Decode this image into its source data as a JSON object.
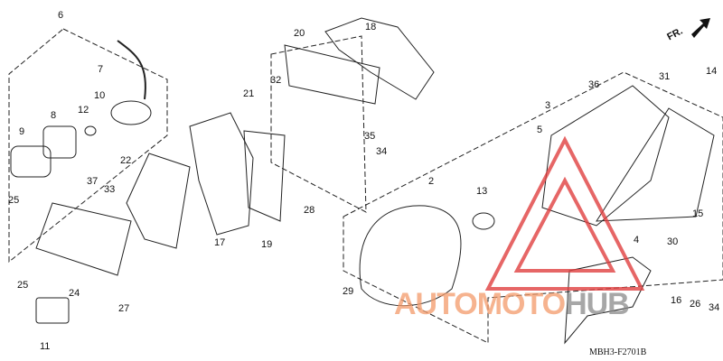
{
  "diagram": {
    "part_numbers": [
      "6",
      "7",
      "10",
      "12",
      "8",
      "9",
      "22",
      "37",
      "33",
      "25",
      "25",
      "24",
      "27",
      "11",
      "18",
      "20",
      "32",
      "21",
      "35",
      "34",
      "17",
      "19",
      "28",
      "3",
      "5",
      "36",
      "31",
      "14",
      "2",
      "13",
      "15",
      "4",
      "30",
      "29",
      "16",
      "26",
      "34"
    ],
    "direction_label": "FR.",
    "drawing_code": "MBH3-F2701B"
  },
  "watermark": {
    "text_a": "AUTOMOTO",
    "text_b": "HUB",
    "color_a": "#f39a6a",
    "color_b": "#8a8a8a",
    "triangle_color": "#e04040"
  }
}
